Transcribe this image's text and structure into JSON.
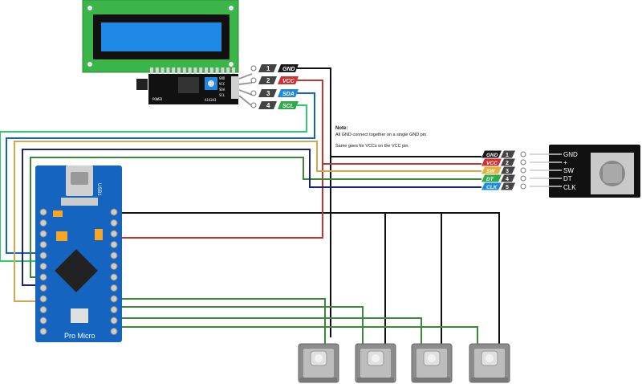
{
  "lcd_pins": [
    {
      "num": "1",
      "label": "GND",
      "color": "#1a1a1a"
    },
    {
      "num": "2",
      "label": "VCC",
      "color": "#d32f2f"
    },
    {
      "num": "3",
      "label": "SDA",
      "color": "#1e88e5"
    },
    {
      "num": "4",
      "label": "SCL",
      "color": "#2eaa4a"
    }
  ],
  "i2c_board": {
    "pin_labels": [
      "GND",
      "VCC",
      "SDA",
      "SCL"
    ],
    "power_label": "POWER",
    "addr_label": "A1A2A3"
  },
  "encoder_pins": [
    {
      "num": "1",
      "label": "GND",
      "color": "#1a1a1a"
    },
    {
      "num": "2",
      "label": "VCC",
      "color": "#d32f2f"
    },
    {
      "num": "3",
      "label": "SW",
      "color": "#e2b33c"
    },
    {
      "num": "4",
      "label": "DT",
      "color": "#2eaa4a"
    },
    {
      "num": "5",
      "label": "CLK",
      "color": "#1e88e5"
    }
  ],
  "encoder_module_labels": [
    "GND",
    "+",
    "SW",
    "DT",
    "CLK"
  ],
  "note": {
    "title": "Note:",
    "line1": "All GND connect together on a single GND pin.",
    "line2": "Same goes for VCCs on the VCC pin."
  },
  "pro_micro": {
    "name": "Pro Micro",
    "usb_label": "USB1"
  },
  "colors": {
    "gnd": "#111111",
    "vcc": "#c0392b",
    "sda": "#1565c0",
    "scl": "#2ecc71",
    "sw": "#d4a84a",
    "dt": "#3a8a3a",
    "clk": "#1a237e",
    "pcb_blue": "#1565c0",
    "lcd_green": "#3bb54a",
    "lcd_screen": "#1e88e5"
  }
}
